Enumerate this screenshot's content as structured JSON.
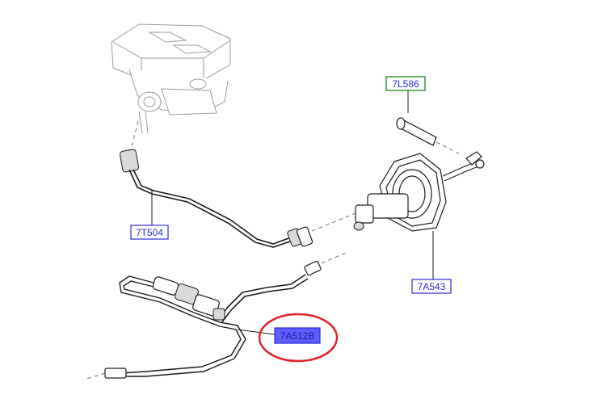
{
  "labels": {
    "master_cylinder_tube": "7T504",
    "bolt": "7L586",
    "slave_cylinder": "7A543",
    "clutch_hose": "7A512B"
  },
  "colors": {
    "label_blue_border": "#2a2adf",
    "label_blue_text": "#2a2adf",
    "label_green_border": "#2e8b2e",
    "highlight_fill": "#5f5fff",
    "highlight_text": "#1a1aa0",
    "circle_red": "#e0202a",
    "line": "#1a1a1a"
  }
}
